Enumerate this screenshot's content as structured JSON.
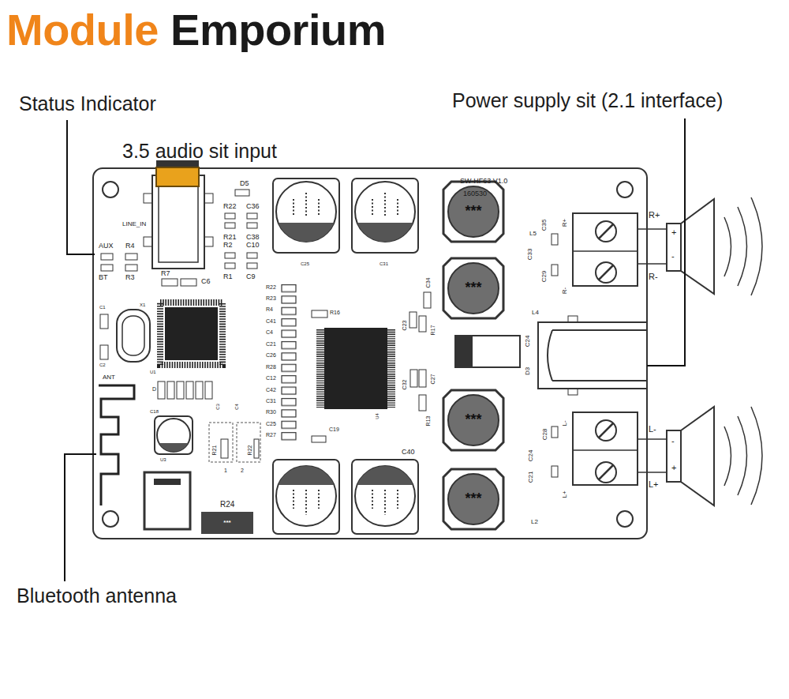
{
  "diagram": {
    "title": "Module Emporium",
    "labels": [
      "Status Indicator",
      "3.5 audio sit input",
      "Power supply sit (2.1 interface)",
      "Bluetooth antenna",
      "D5",
      "R22",
      "C36",
      "LINE_IN",
      "R21",
      "C38",
      "R2",
      "C10",
      "AUX",
      "R4",
      "BT",
      "R3",
      "R7",
      "C6",
      "R1",
      "C9",
      "SW-HF63 V1.0",
      "160530",
      "R+",
      "R-",
      "+",
      "-",
      "L5",
      "C35",
      "C33",
      "C29",
      "R+",
      "R-",
      "L4",
      "C34",
      "C23",
      "R17",
      "R16",
      "C24",
      "D3",
      "R22",
      "R23",
      "R4",
      "C41",
      "C4",
      "C21",
      "C26",
      "R28",
      "C12",
      "C42",
      "C31",
      "R30",
      "C25",
      "R27",
      "C25",
      "C31",
      "C1",
      "X1",
      "C2",
      "U1",
      "ANT",
      "D",
      "C3",
      "C4",
      "C18",
      "U3",
      "R21",
      "R22",
      "1",
      "2",
      "R24",
      "***",
      "C19",
      "U4",
      "C40",
      "C32",
      "C27",
      "R13",
      "L-",
      "C28",
      "C24",
      "C21",
      "L+",
      "L2",
      "L-",
      "L+",
      "-",
      "+",
      "***",
      "***",
      "***",
      "***"
    ]
  }
}
